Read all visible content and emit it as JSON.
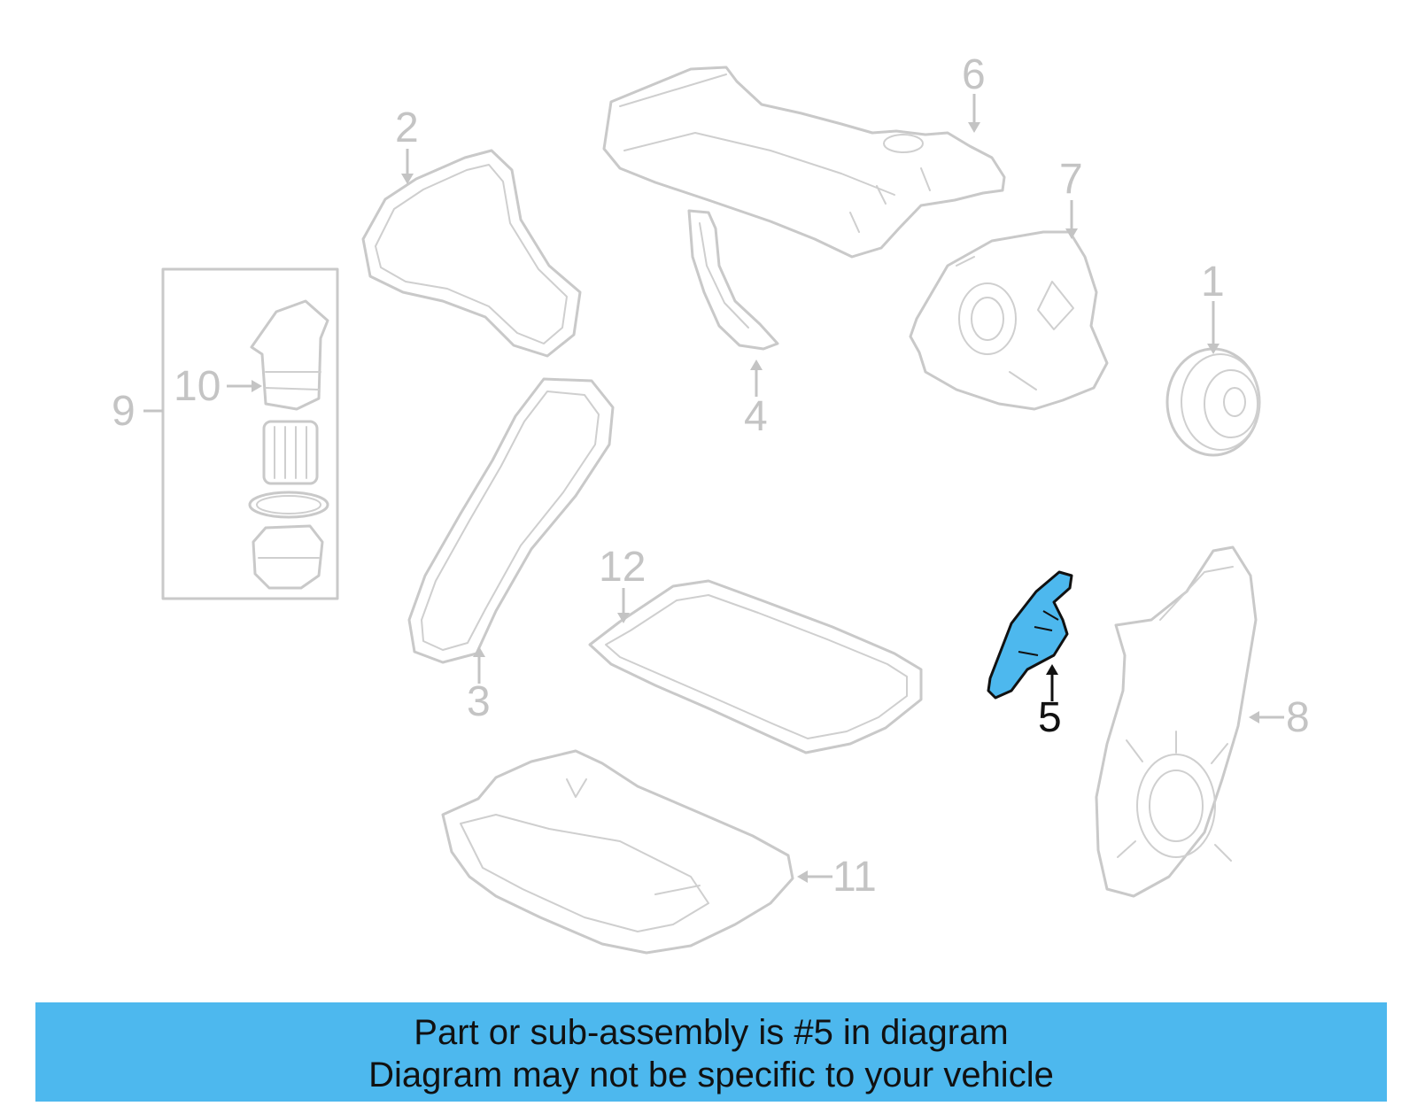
{
  "diagram": {
    "highlight_color": "#4db8ee",
    "outline_color": "#c9c9c9",
    "label_color": "#c4c4c4",
    "active_color": "#111111",
    "callouts": {
      "c1": "1",
      "c2": "2",
      "c3": "3",
      "c4": "4",
      "c5": "5",
      "c6": "6",
      "c7": "7",
      "c8": "8",
      "c9": "9",
      "c10": "10",
      "c11": "11",
      "c12": "12"
    },
    "highlighted_part": "5"
  },
  "banner": {
    "background": "#4db8ee",
    "line1": "Part or sub-assembly is #5 in diagram",
    "line2": "Diagram may not be specific to your vehicle"
  }
}
